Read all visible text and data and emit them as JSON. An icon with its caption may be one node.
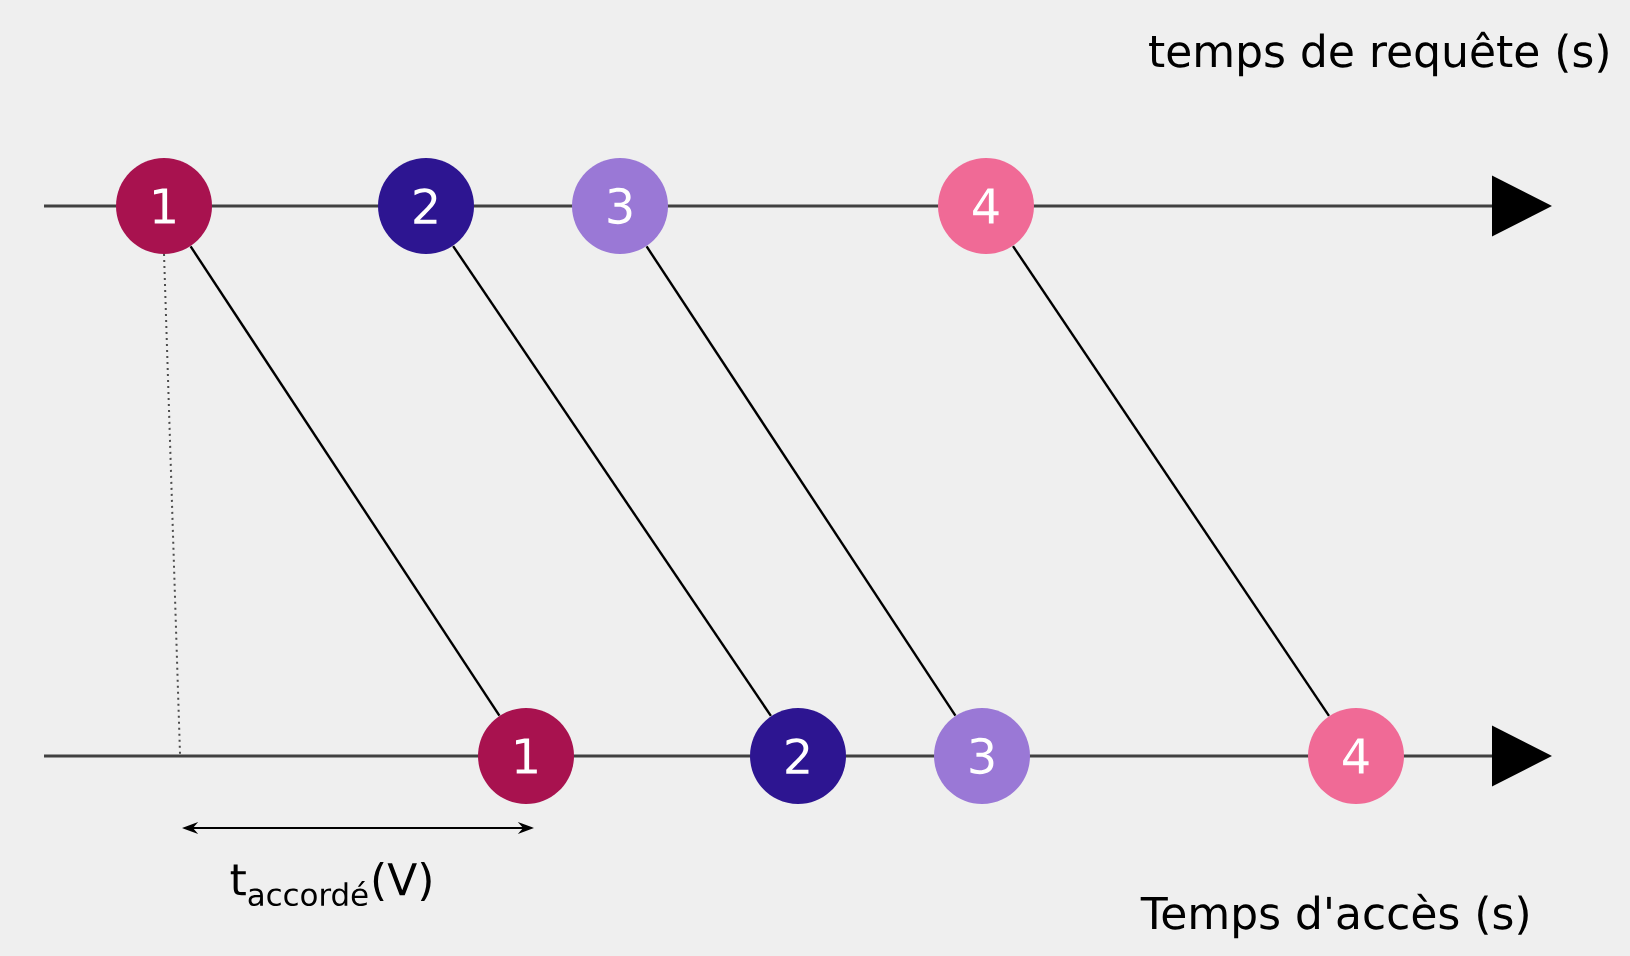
{
  "diagram": {
    "nodes": [
      {
        "text": [
          "1"
        ]
      },
      {
        "text": [
          "2"
        ]
      },
      {
        "text": [
          "3"
        ]
      },
      {
        "text": [
          "4"
        ]
      },
      {
        "text": [
          "1"
        ]
      },
      {
        "text": [
          "2"
        ]
      },
      {
        "text": [
          "3"
        ]
      },
      {
        "text": [
          "4"
        ]
      }
    ],
    "edges": [
      {
        "from": 0,
        "to": 4,
        "arrow": "none"
      },
      {
        "from": 1,
        "to": 5,
        "arrow": "none"
      },
      {
        "from": 2,
        "to": 6,
        "arrow": "none"
      },
      {
        "from": 3,
        "to": 7,
        "arrow": "none"
      }
    ],
    "labels": [
      "temps de requête (s)",
      "t$_{accordé}$(V)",
      "Temps d'accès (s)"
    ]
  }
}
